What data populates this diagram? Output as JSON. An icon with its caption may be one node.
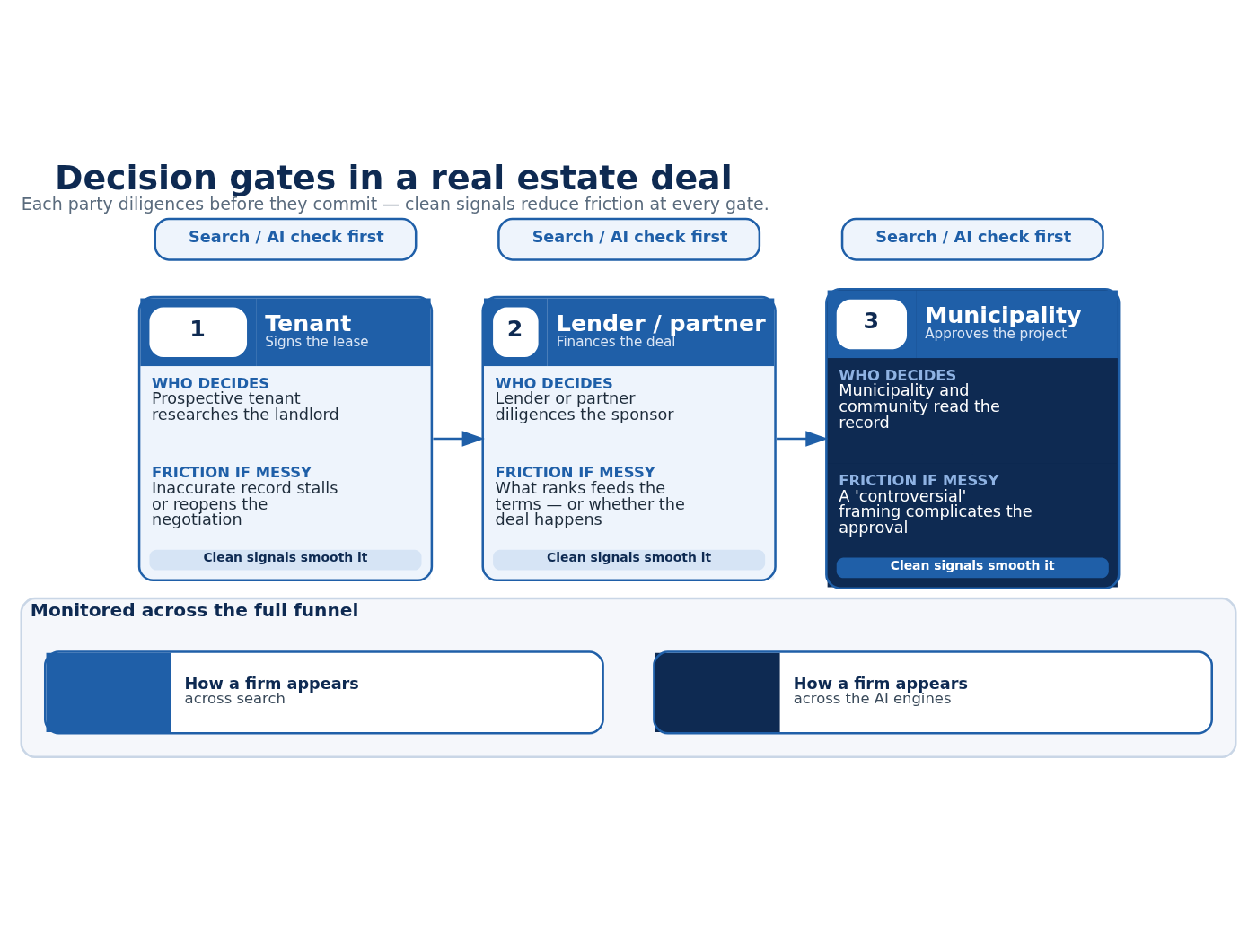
{
  "diagram": {
    "title": "Decision gates in a real estate deal",
    "caption": "Each party diligences before they commit — clean signals reduce friction at every gate.",
    "nodes": [
      {
        "text": [
          "Search / AI check first"
        ]
      },
      {
        "text": [
          "1",
          "Tenant",
          "Signs the lease",
          "WHO DECIDES",
          "Prospective tenant researches the landlord",
          "FRICTION IF MESSY",
          "Inaccurate record stalls or reopens the negotiation",
          "Clean signals smooth it"
        ]
      },
      {
        "text": [
          "Search / AI check first"
        ]
      },
      {
        "text": [
          "2",
          "Lender / partner",
          "Finances the deal",
          "WHO DECIDES",
          "Lender or partner diligences the sponsor",
          "FRICTION IF MESSY",
          "What ranks feeds the terms — or whether the deal happens",
          "Clean signals smooth it"
        ]
      },
      {
        "text": [
          "Search / AI check first"
        ]
      },
      {
        "text": [
          "3",
          "Municipality",
          "Approves the project",
          "WHO DECIDES",
          "Municipality and community read the record",
          "FRICTION IF MESSY",
          "A 'controversial' framing complicates the approval",
          "Clean signals smooth it"
        ]
      },
      {
        "text": [
          "Monitored across the full funnel"
        ]
      },
      {
        "text": [
          "How a firm appears",
          "across search"
        ],
        "in": 6
      },
      {
        "text": [
          "How a firm appears",
          "across the AI engines"
        ],
        "in": 6
      }
    ],
    "edges": [
      {
        "from": 1,
        "to": 3,
        "arrow": "to"
      },
      {
        "from": 3,
        "to": 5,
        "arrow": "to"
      }
    ]
  }
}
